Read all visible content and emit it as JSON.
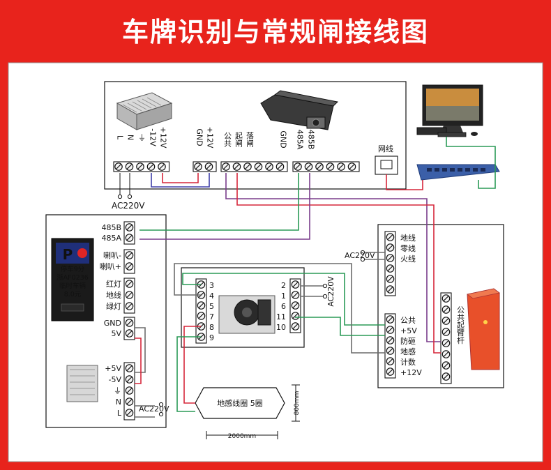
{
  "title": "车牌识别与常规闸接线图",
  "colors": {
    "background": "#e8231c",
    "panel": "#ffffff",
    "wire_red": "#d6263a",
    "wire_blue": "#3f3fa8",
    "wire_purple": "#7a3d8c",
    "wire_green": "#2a9a56",
    "wire_gray": "#6c6c6c"
  },
  "top_unit": {
    "psu_terminals": [
      "L",
      "N",
      "⏚",
      "-12V",
      "+12V"
    ],
    "camera_power_terminals": [
      "GND",
      "+12V"
    ],
    "camera_io_terminals": [
      "公共",
      "起闸",
      "落闸",
      "GND",
      "485A",
      "485B"
    ],
    "network_label": "网线",
    "ac_label": "AC220V"
  },
  "display_unit": {
    "rs485_terminals": [
      "485B",
      "485A"
    ],
    "speaker_terminals": [
      "喇叭-",
      "喇叭+"
    ],
    "light_terminals": [
      "红灯",
      "地线",
      "绿灯"
    ],
    "power_in_terminals": [
      "GND",
      "5V"
    ],
    "psu_out_terminals": [
      "+5V",
      "-5V",
      "⏚",
      "N",
      "L"
    ],
    "ac_label": "AC220V",
    "screen_p": "P",
    "screen_lines": [
      "停车9分",
      "浙AF0236",
      "临时车辆",
      "8.0元"
    ]
  },
  "relay": {
    "left_pins": [
      "3",
      "4",
      "5",
      "7",
      "8",
      "9"
    ],
    "right_pins": [
      "2",
      "1",
      "6",
      "11",
      "10"
    ],
    "ac_label": "AC220V"
  },
  "loop": {
    "label": "地感线圈  5圈",
    "width_label": "2000mm",
    "height_label": "800mm"
  },
  "controller": {
    "ac_label": "AC220V",
    "power_terminals": [
      "地线",
      "零线",
      "火线"
    ],
    "signal_terminals": [
      "公共",
      "+5V",
      "防砸",
      "地感",
      "计数",
      "+12V"
    ],
    "barrier_label": "公共起臂杆"
  }
}
